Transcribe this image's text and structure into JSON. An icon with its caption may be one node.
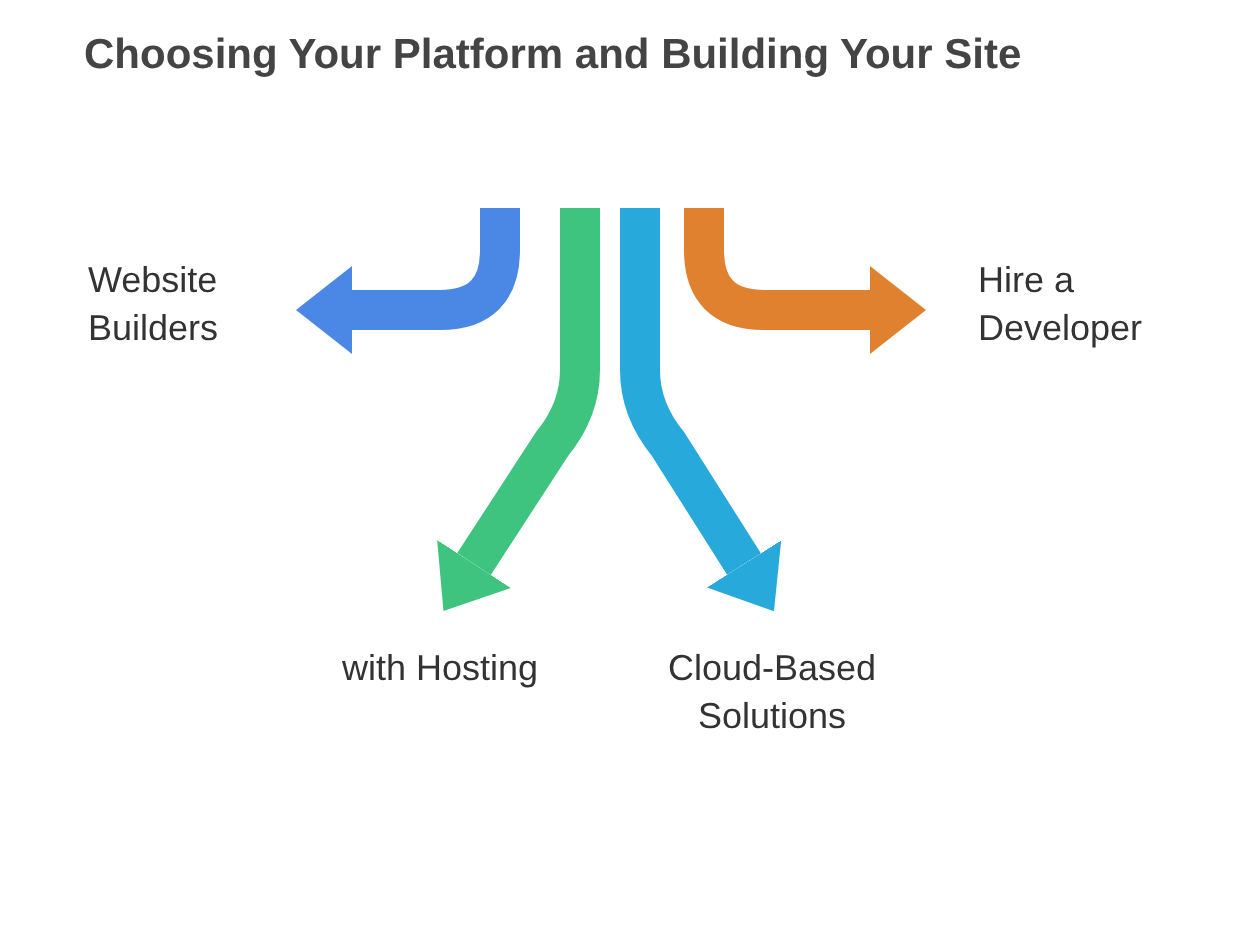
{
  "diagram": {
    "title": "Choosing Your Platform and Building Your Site",
    "nodes": [
      {
        "text": [
          "Website Builders"
        ]
      },
      {
        "text": [
          "with Hosting"
        ]
      },
      {
        "text": [
          "Cloud-Based Solutions"
        ]
      },
      {
        "text": [
          "Hire a Developer"
        ]
      }
    ],
    "edges": [
      {
        "from": null,
        "to": 0,
        "arrow": "to",
        "color": "#4b88e5"
      },
      {
        "from": null,
        "to": 1,
        "arrow": "to",
        "color": "#3ec47f"
      },
      {
        "from": null,
        "to": 2,
        "arrow": "to",
        "color": "#27a9dc"
      },
      {
        "from": null,
        "to": 3,
        "arrow": "to",
        "color": "#e0812f"
      }
    ]
  }
}
